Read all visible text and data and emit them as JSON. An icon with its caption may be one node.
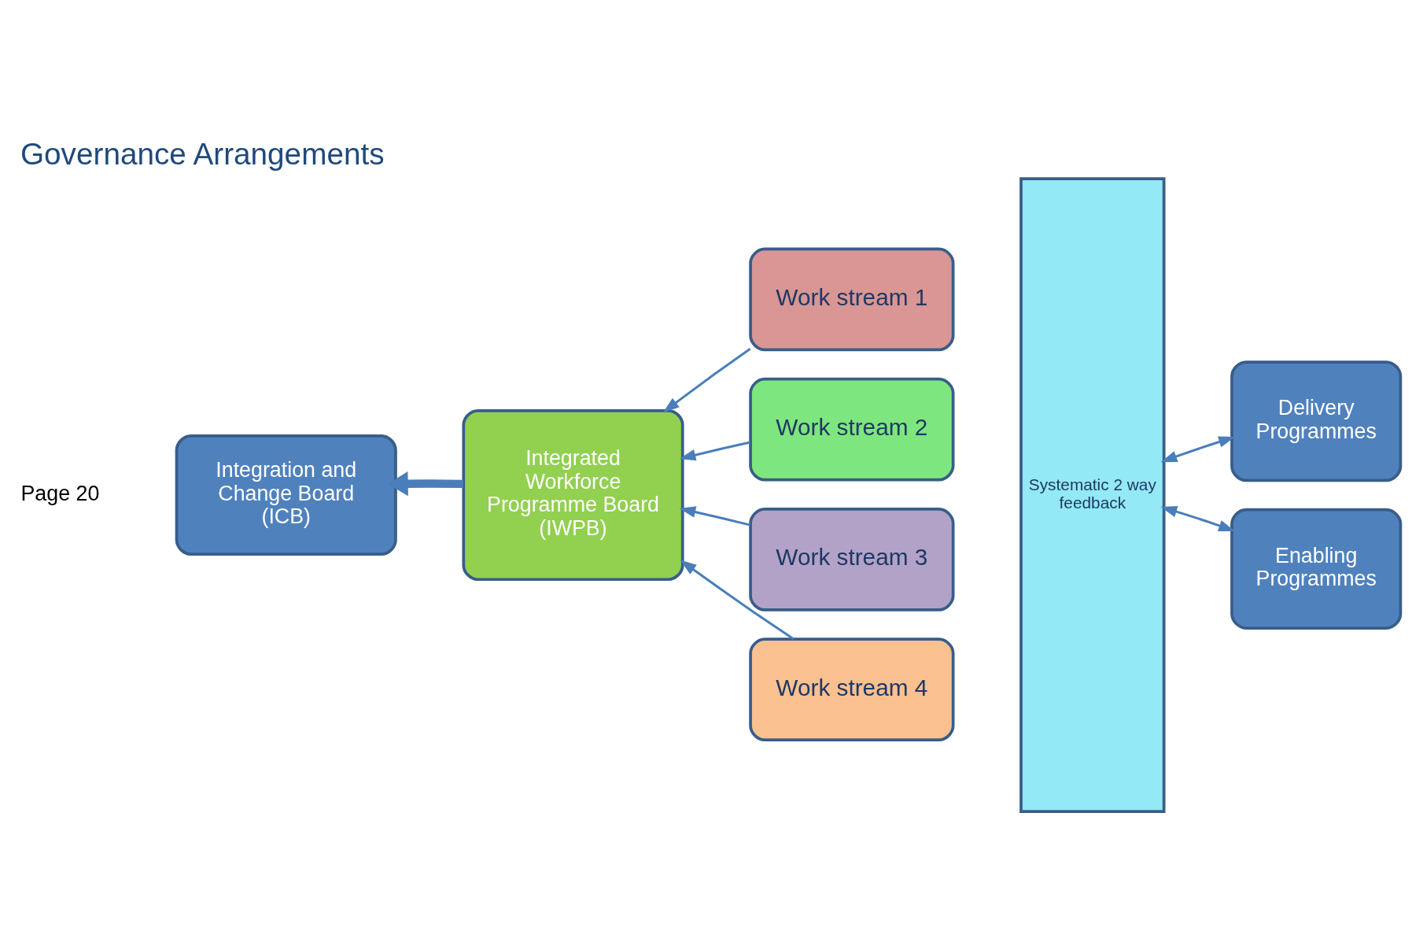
{
  "diagram": {
    "title": "Governance Arrangements",
    "nodes": [
      {
        "text": [
          "Integration and Change Board (ICB)"
        ]
      },
      {
        "text": [
          "Integrated Workforce Programme Board (IWPB)"
        ]
      },
      {
        "text": [
          "Work stream 1"
        ]
      },
      {
        "text": [
          "Work stream 2"
        ]
      },
      {
        "text": [
          "Work stream 3"
        ]
      },
      {
        "text": [
          "Work stream 4"
        ]
      },
      {
        "text": [
          "Systematic 2 way feedback"
        ]
      },
      {
        "text": [
          "Delivery Programmes"
        ]
      },
      {
        "text": [
          "Enabling Programmes"
        ]
      }
    ],
    "edges": [
      {
        "from": 1,
        "to": 0,
        "arrow": "to",
        "style": "thick"
      },
      {
        "from": 2,
        "to": 1,
        "arrow": "to"
      },
      {
        "from": 3,
        "to": 1,
        "arrow": "to"
      },
      {
        "from": 4,
        "to": 1,
        "arrow": "to"
      },
      {
        "from": 5,
        "to": 1,
        "arrow": "to"
      },
      {
        "from": 6,
        "to": 7,
        "arrow": "both"
      },
      {
        "from": 6,
        "to": 8,
        "arrow": "both"
      }
    ],
    "labels": [
      "Page 20"
    ]
  }
}
